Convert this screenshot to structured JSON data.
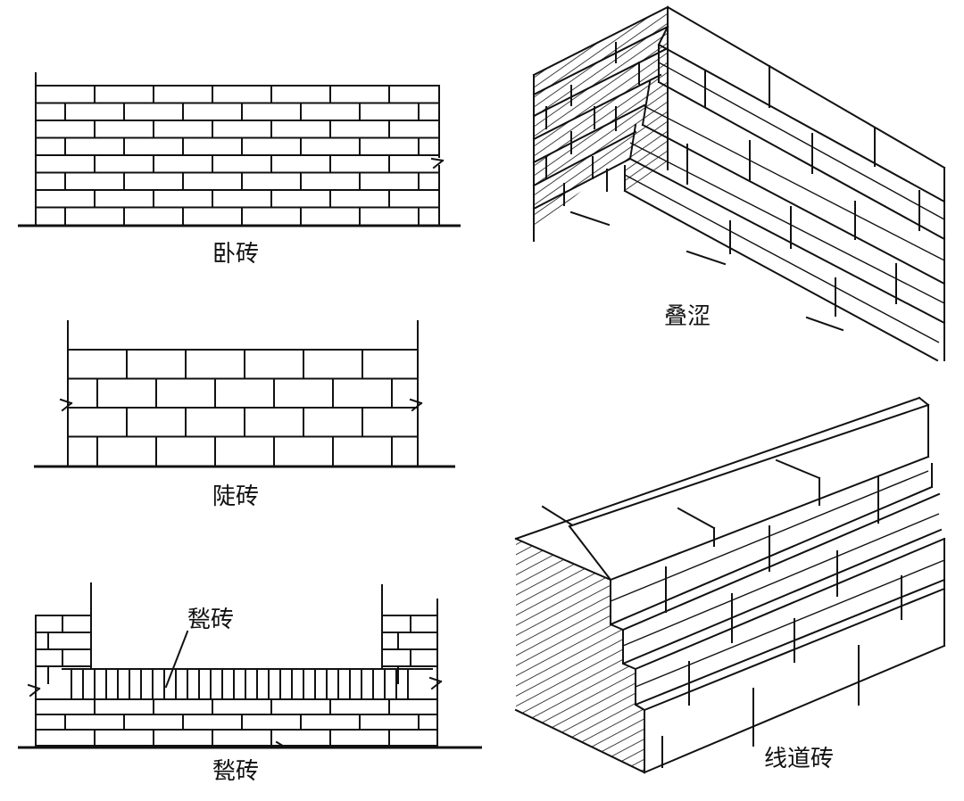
{
  "labels": {
    "wozhuan": "卧砖",
    "louzhuan": "陡砖",
    "qizhuan_top": "甃砖",
    "qizhuan_bottom": "甃砖",
    "diese": "叠涩",
    "xiandaozhuan": "线道砖"
  }
}
